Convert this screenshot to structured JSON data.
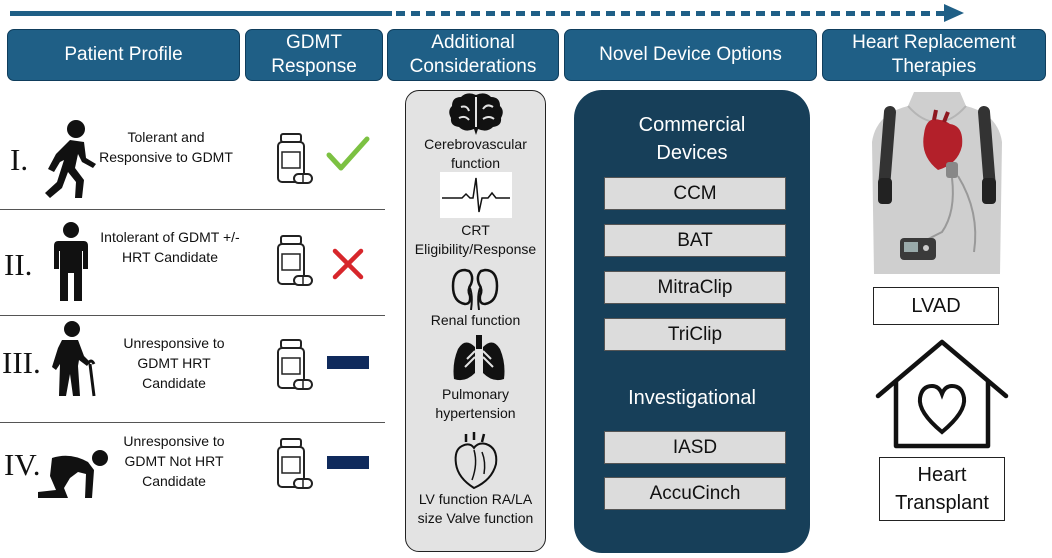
{
  "headers": {
    "patient_profile": "Patient Profile",
    "gdmt_response": "GDMT Response",
    "additional_considerations": "Additional Considerations",
    "novel_device_options": "Novel Device Options",
    "heart_replacement_therapies": "Heart Replacement Therapies"
  },
  "rows": [
    {
      "numeral": "I.",
      "text": "Tolerant and Responsive to GDMT",
      "response_icon": "check-icon",
      "response_color": "#7cc142"
    },
    {
      "numeral": "II.",
      "text": "Intolerant of GDMT +/- HRT Candidate",
      "response_icon": "x-icon",
      "response_color": "#d7262b"
    },
    {
      "numeral": "III.",
      "text": "Unresponsive to GDMT HRT Candidate",
      "response_icon": "dash-icon",
      "response_color": "#0f2a5c"
    },
    {
      "numeral": "IV.",
      "text": "Unresponsive to GDMT Not HRT Candidate",
      "response_icon": "dash-icon",
      "response_color": "#0f2a5c"
    }
  ],
  "considerations": {
    "cerebro": "Cerebrovascular function",
    "crt": "CRT Eligibility/Response",
    "renal": "Renal function",
    "pulmonary": "Pulmonary hypertension",
    "lv": "LV function RA/LA size Valve function"
  },
  "devices": {
    "commercial_title": "Commercial Devices",
    "commercial": [
      "CCM",
      "BAT",
      "MitraClip",
      "TriClip"
    ],
    "investigational_title": "Investigational",
    "investigational": [
      "IASD",
      "AccuCinch"
    ]
  },
  "heart_replacement": {
    "lvad": "LVAD",
    "transplant": "Heart Transplant"
  },
  "colors": {
    "header_blue": "#1f5f86",
    "device_panel": "#173f59",
    "panel_gray": "#e3e3e3"
  }
}
